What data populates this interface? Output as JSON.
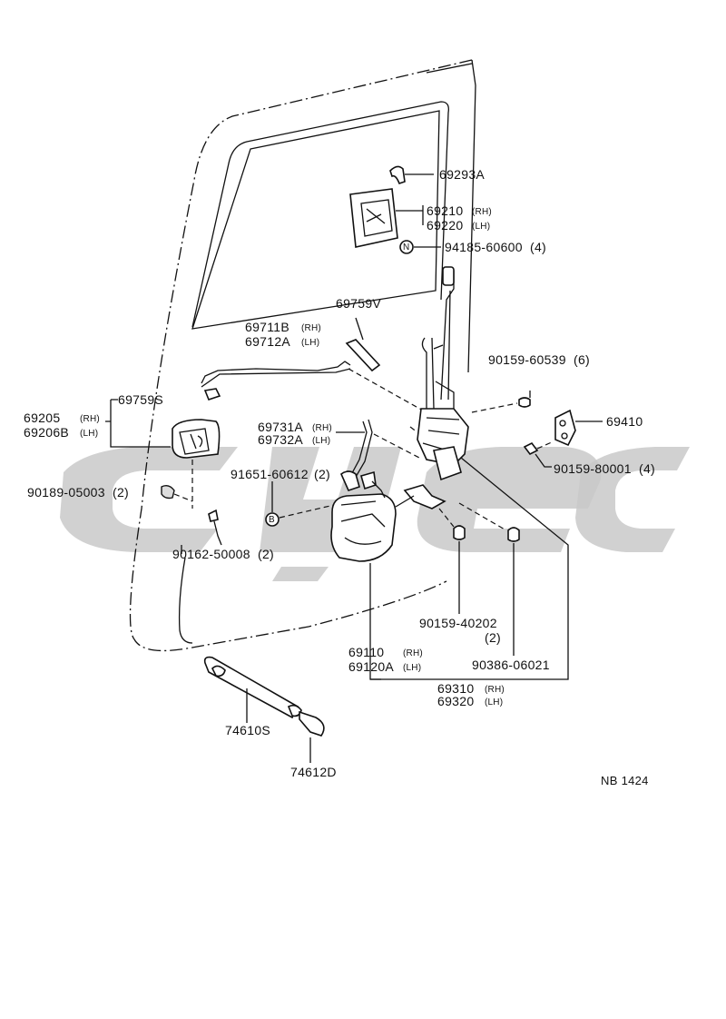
{
  "parts": {
    "p69293A": "69293A",
    "p69210": "69210",
    "p69210_side": "(RH)",
    "p69220": "69220",
    "p69220_side": "(LH)",
    "p94185": "94185-60600",
    "p94185_qty": "(4)",
    "nut_symbol": "N",
    "p69759V": "69759V",
    "p69711B": "69711B",
    "p69711B_side": "(RH)",
    "p69712A": "69712A",
    "p69712A_side": "(LH)",
    "p90159_60539": "90159-60539",
    "p90159_60539_qty": "(6)",
    "p69759S": "69759S",
    "p69205": "69205",
    "p69205_side": "(RH)",
    "p69206B": "69206B",
    "p69206B_side": "(LH)",
    "p69731A": "69731A",
    "p69731A_side": "(RH)",
    "p69732A": "69732A",
    "p69732A_side": "(LH)",
    "p69410": "69410",
    "p90159_80001": "90159-80001",
    "p90159_80001_qty": "(4)",
    "p91651": "91651-60612",
    "p91651_qty": "(2)",
    "bolt_symbol": "B",
    "p90189": "90189-05003",
    "p90189_qty": "(2)",
    "p90162": "90162-50008",
    "p90162_qty": "(2)",
    "p90159_40202": "90159-40202",
    "p90159_40202_qty": "(2)",
    "p69110": "69110",
    "p69110_side": "(RH)",
    "p69120A": "69120A",
    "p69120A_side": "(LH)",
    "p90386": "90386-06021",
    "p69310": "69310",
    "p69310_side": "(RH)",
    "p69320": "69320",
    "p69320_side": "(LH)",
    "p74610S": "74610S",
    "p74612D": "74612D"
  },
  "reference": "NB  1424"
}
